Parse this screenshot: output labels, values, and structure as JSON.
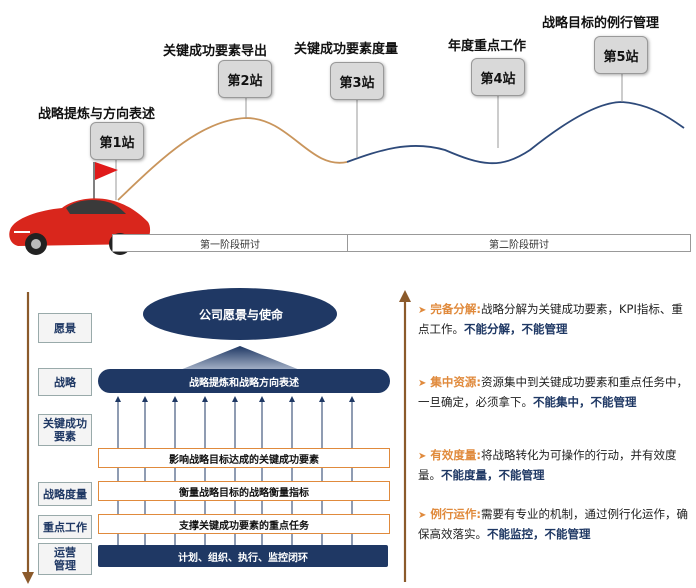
{
  "roadmap": {
    "stations": [
      {
        "label": "战略提炼与方向表述",
        "badge": "第1站"
      },
      {
        "label": "关键成功要素导出",
        "badge": "第2站"
      },
      {
        "label": "关键成功要素度量",
        "badge": "第3站"
      },
      {
        "label": "年度重点工作",
        "badge": "第4站"
      },
      {
        "label": "战略目标的例行管理",
        "badge": "第5站"
      }
    ],
    "phases": [
      "第一阶段研讨",
      "第二阶段研讨"
    ],
    "colors": {
      "phase1_curve": "#c9955c",
      "phase2_curve": "#2e4a7a",
      "flag": "#e01a1a",
      "car": "#d9261c"
    }
  },
  "framework": {
    "vision_title": "公司愿景与使命",
    "row_labels": [
      "愿景",
      "战略",
      "关键成功\n要素",
      "战略度量",
      "重点工作",
      "运营\n管理"
    ],
    "bars": [
      "战略提炼和战略方向表述",
      "影响战略目标达成的关键成功要素",
      "衡量战略目标的战略衡量指标",
      "支撑关键成功要素的重点任务",
      "计划、组织、执行、监控闭环"
    ],
    "colors": {
      "dark": "#1f3864",
      "accent": "#e08a3c",
      "axis": "#8b5a2b"
    }
  },
  "principles": [
    {
      "key": "完备分解:",
      "text": "战略分解为关键成功要素，KPI指标、重点工作。",
      "em": "不能分解，不能管理"
    },
    {
      "key": "集中资源:",
      "text": "资源集中到关键成功要素和重点任务中，一旦确定，必须拿下。",
      "em": "不能集中，不能管理"
    },
    {
      "key": "有效度量:",
      "text": "将战略转化为可操作的行动，并有效度量。",
      "em": "不能度量，不能管理"
    },
    {
      "key": "例行运作:",
      "text": "需要有专业的机制，通过例行化运作，确保高效落实。",
      "em": "不能监控，不能管理"
    }
  ]
}
